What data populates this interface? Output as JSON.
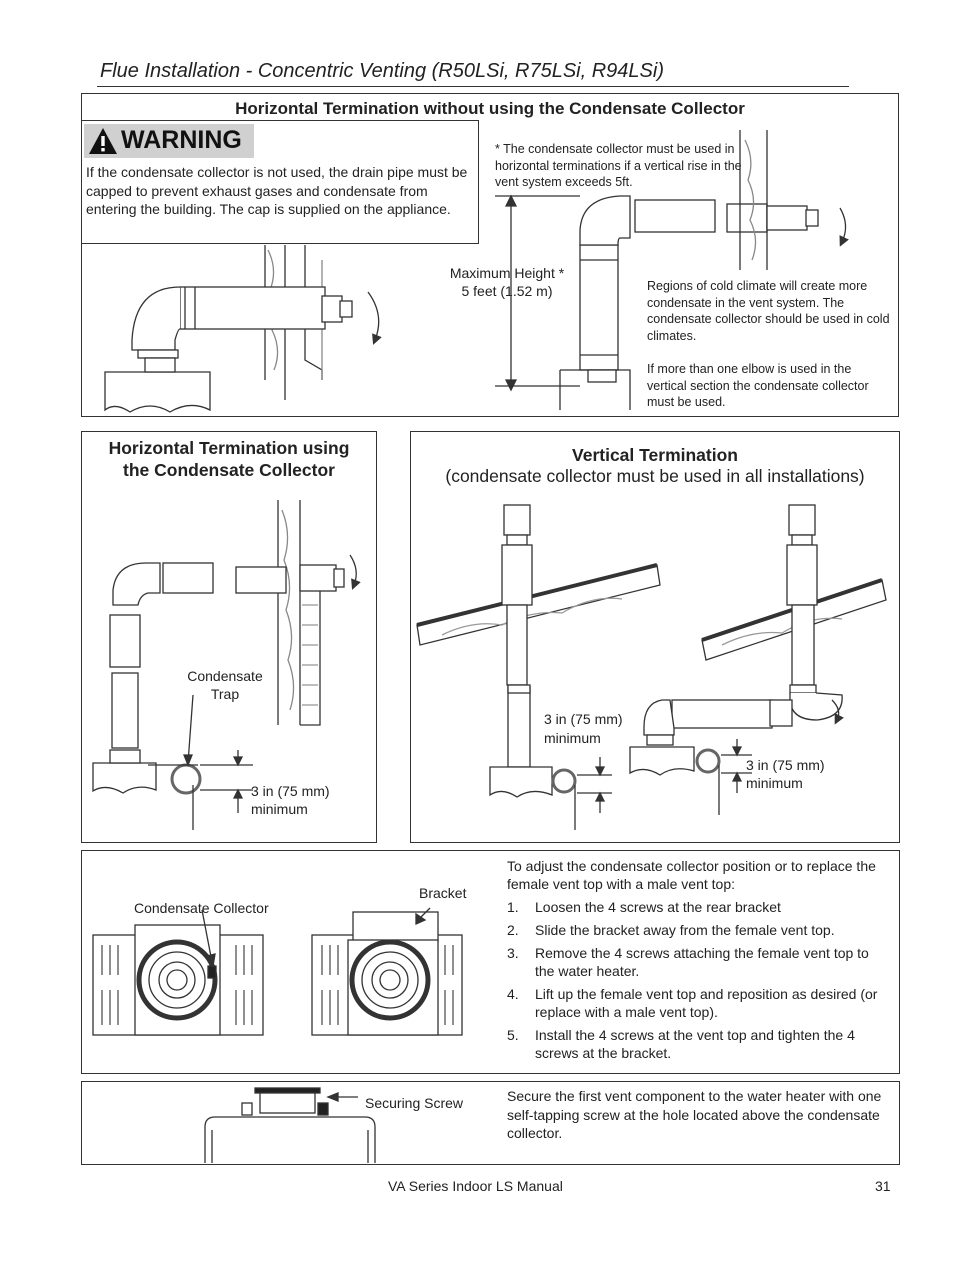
{
  "page_title": "Flue Installation - Concentric Venting (R50LSi, R75LSi, R94LSi)",
  "section1": {
    "heading": "Horizontal Termination without using the Condensate Collector",
    "warning_label": "WARNING",
    "warning_text": "If the condensate collector is not used, the drain pipe must be capped to prevent exhaust gases and condensate from entering the building.  The cap is supplied on the appliance.",
    "note_vertical_rise": "* The condensate collector must be used in horizontal terminations if a vertical rise in the vent system exceeds 5ft.",
    "max_height_label": "Maximum Height *",
    "max_height_value": "5 feet (1.52 m)",
    "cold_climate_note": "Regions of cold climate will create more condensate in the vent system. The condensate collector should be used in cold climates.",
    "elbow_note": "If more than one elbow is used in the vertical section the condensate collector must be used."
  },
  "section2": {
    "heading_line1": "Horizontal Termination using",
    "heading_line2": "the Condensate Collector",
    "trap_label_line1": "Condensate",
    "trap_label_line2": "Trap",
    "min_label_line1": "3 in (75 mm)",
    "min_label_line2": "minimum"
  },
  "section3": {
    "heading_line1": "Vertical Termination",
    "heading_line2": "(condensate collector must be used in all installations)",
    "min_left_line1": "3 in (75 mm)",
    "min_left_line2": "minimum",
    "min_right_line1": "3 in (75 mm)",
    "min_right_line2": "minimum"
  },
  "section4": {
    "collector_label": "Condensate Collector",
    "bracket_label": "Bracket",
    "intro": "To adjust the condensate collector position or to replace the female vent top with a male vent top:",
    "steps": [
      {
        "num": "1.",
        "text": "Loosen the 4 screws at the rear bracket"
      },
      {
        "num": "2.",
        "text": "Slide the bracket away from the female vent top."
      },
      {
        "num": "3.",
        "text": "Remove the 4 screws attaching the female vent top to the water heater."
      },
      {
        "num": "4.",
        "text": "Lift up the female vent top and reposition as desired (or replace with a male vent top)."
      },
      {
        "num": "5.",
        "text": "Install the 4 screws at the vent top and tighten the 4 screws at the bracket."
      }
    ]
  },
  "section5": {
    "screw_label": "Securing Screw",
    "text": "Secure the first vent component to the water heater with one self-tapping screw at the hole located above the condensate collector."
  },
  "footer": {
    "manual": "VA Series Indoor LS Manual",
    "page": "31"
  }
}
